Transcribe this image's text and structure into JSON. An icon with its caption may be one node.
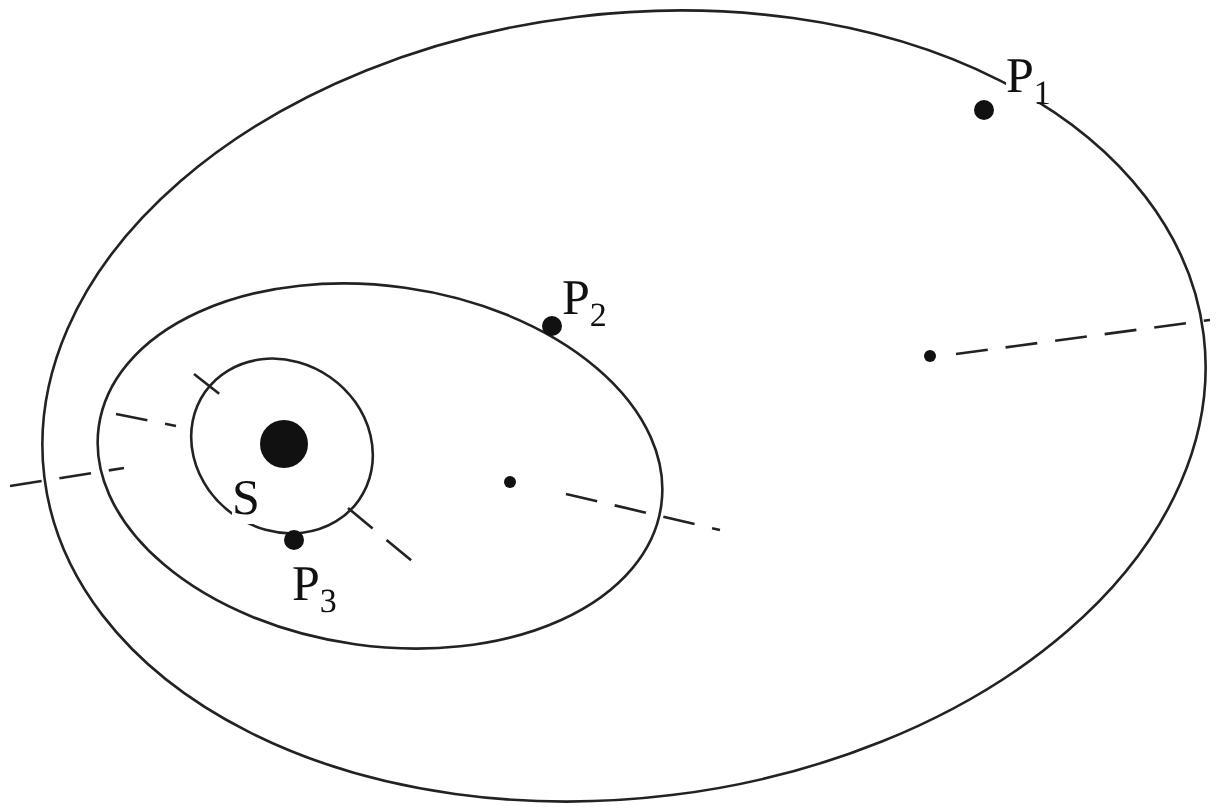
{
  "diagram": {
    "labels": [
      "P$_{1}$",
      "P$_{2}$",
      "S",
      "P$_{3}$"
    ]
  }
}
